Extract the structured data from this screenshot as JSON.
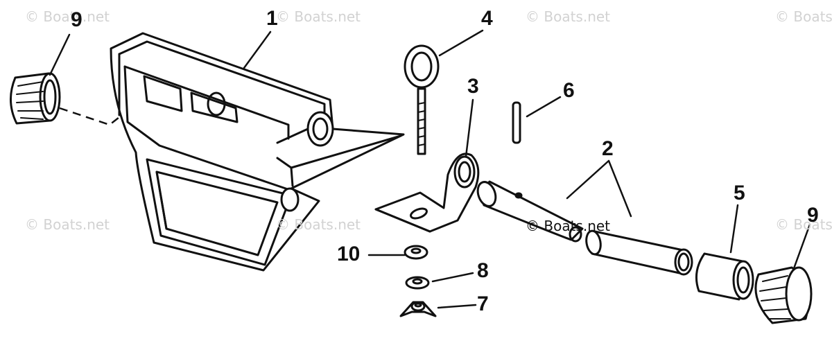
{
  "watermark_text": "© Boats.net",
  "callouts": {
    "c1": "1",
    "c2": "2",
    "c3": "3",
    "c4": "4",
    "c5": "5",
    "c6": "6",
    "c7": "7",
    "c8": "8",
    "c9a": "9",
    "c9b": "9",
    "c10": "10"
  }
}
